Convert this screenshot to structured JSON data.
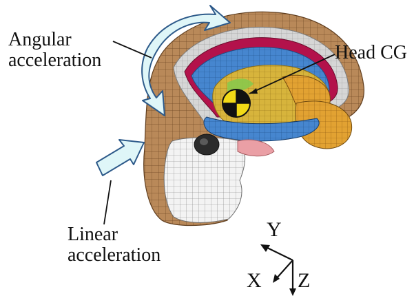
{
  "labels": {
    "angular_line1": "Angular",
    "angular_line2": "acceleration",
    "head_cg": "Head CG",
    "linear_line1": "Linear",
    "linear_line2": "acceleration",
    "axis_y": "Y",
    "axis_x": "X",
    "axis_z": "Z"
  },
  "colors": {
    "skin": "#b8865a",
    "skin_shadow": "#8a5a33",
    "skull_gray": "#d8d8d8",
    "brain_blue": "#3f7fc8",
    "dura_red": "#b3124b",
    "cerebrum_yellow": "#d4b43a",
    "cerebrum_orange": "#e39a2a",
    "brain_green": "#8ac84b",
    "face_mesh": "#f2f2f2",
    "arrow_fill": "#dff6f8",
    "arrow_stroke": "#2d5a8a"
  },
  "icons": {
    "cg_marker": "crash-test-cg-marker-icon",
    "angular_arrow": "curved-double-arrow-icon",
    "linear_arrow": "straight-arrow-icon"
  }
}
